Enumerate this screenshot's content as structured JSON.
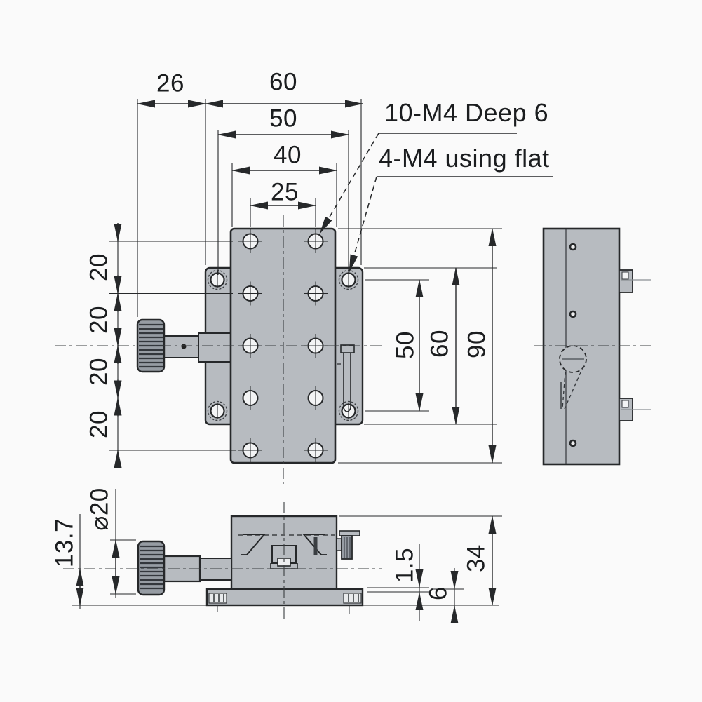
{
  "drawing": {
    "type": "mechanical dimension drawing - manual linear translation stage",
    "callouts": {
      "tapped_holes": "10-M4 Deep 6",
      "corner_holes": "4-M4 using flat"
    },
    "dims": {
      "top": [
        "26",
        "60",
        "50",
        "40",
        "25"
      ],
      "left_chain": [
        "20",
        "20",
        "20",
        "20"
      ],
      "right_vertical": [
        "50",
        "60",
        "90"
      ],
      "lower_left": {
        "knob_center_height": "13.7",
        "knob_diameter": "⌀20"
      },
      "lower_right": {
        "clearance": "1.5",
        "base_thickness": "6",
        "overall_height": "34"
      }
    },
    "colors": {
      "body_fill": "#b7bbc0",
      "knob_fill": "#969ca3",
      "line": "#26282a",
      "background": "#fafafa"
    }
  }
}
